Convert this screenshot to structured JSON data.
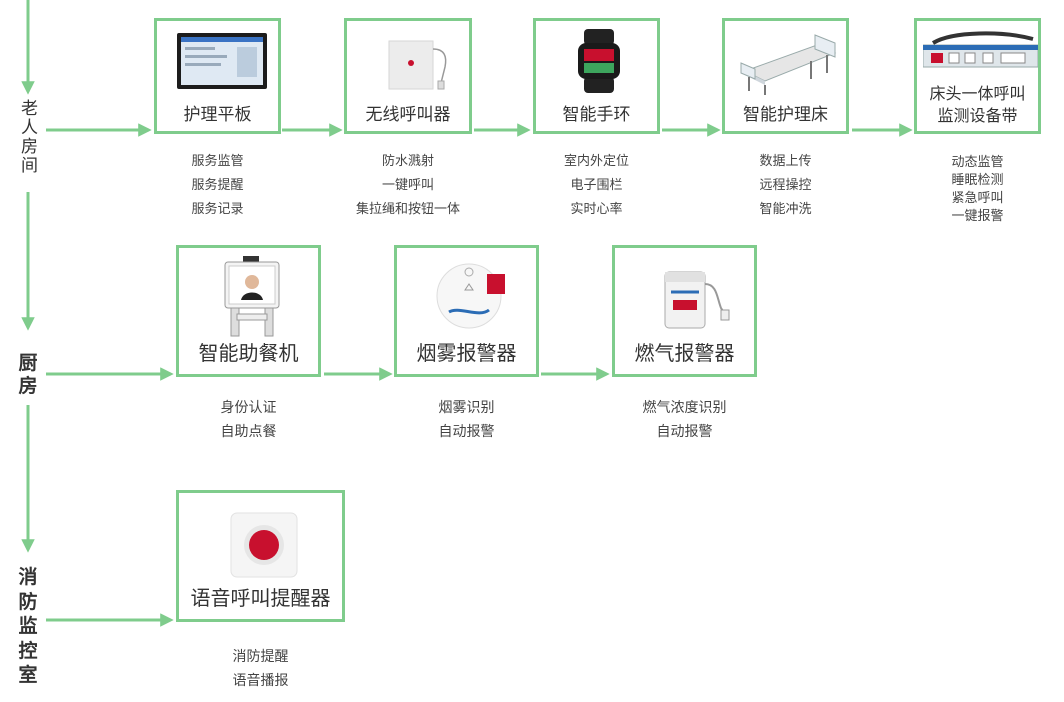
{
  "rows": [
    {
      "label": "老人房间"
    },
    {
      "label": "厨房"
    },
    {
      "label": "消防监控室"
    }
  ],
  "devices": [
    {
      "title": "护理平板",
      "icon": "tablet-icon",
      "features": [
        "服务监管",
        "服务提醒",
        "服务记录"
      ]
    },
    {
      "title": "无线呼叫器",
      "icon": "wireless-caller-icon",
      "features": [
        "防水溅射",
        "一键呼叫",
        "集拉绳和按钮一体"
      ]
    },
    {
      "title": "智能手环",
      "icon": "smart-band-icon",
      "features": [
        "室内外定位",
        "电子围栏",
        "实时心率"
      ]
    },
    {
      "title": "智能护理床",
      "icon": "nursing-bed-icon",
      "features": [
        "数据上传",
        "远程操控",
        "智能冲洗"
      ]
    },
    {
      "title": "床头一体呼叫监测设备带",
      "title_lines": [
        "床头一体呼叫",
        "监测设备带"
      ],
      "icon": "bedhead-strip-icon",
      "features": [
        "动态监管",
        "睡眠检测",
        "紧急呼叫",
        "一键报警"
      ]
    },
    {
      "title": "智能助餐机",
      "icon": "meal-kiosk-icon",
      "features": [
        "身份认证",
        "自助点餐"
      ]
    },
    {
      "title": "烟雾报警器",
      "icon": "smoke-alarm-icon",
      "features": [
        "烟雾识别",
        "自动报警"
      ]
    },
    {
      "title": "燃气报警器",
      "icon": "gas-alarm-icon",
      "features": [
        "燃气浓度识别",
        "自动报警"
      ]
    },
    {
      "title": "语音呼叫提醒器",
      "icon": "voice-call-button-icon",
      "features": [
        "消防提醒",
        "语音播报"
      ]
    }
  ],
  "colors": {
    "arrow": "#7fcc8c",
    "border": "#7fcc8c",
    "text": "#333333",
    "red": "#c8102e"
  }
}
